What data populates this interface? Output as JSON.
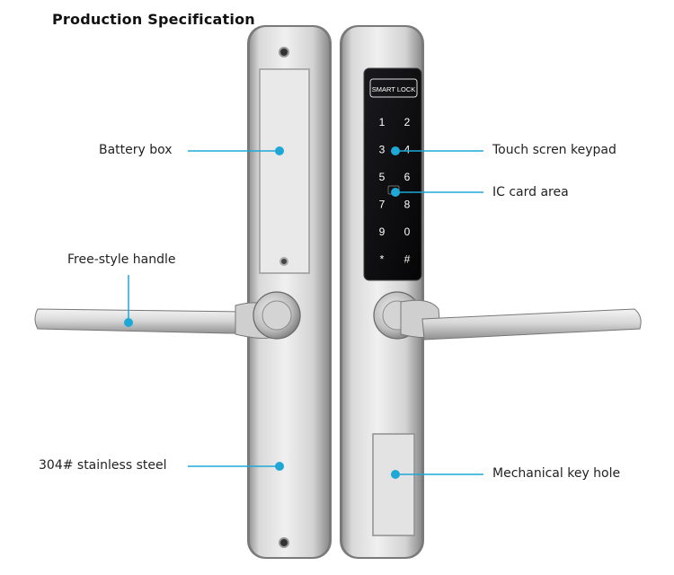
{
  "title": "Production Specification",
  "labels": {
    "battery_box": "Battery box",
    "free_style_handle": "Free-style handle",
    "stainless_steel": "304# stainless steel",
    "touch_keypad": "Touch scren keypad",
    "ic_card_area": "IC card area",
    "mechanical_key_hole": "Mechanical key hole"
  },
  "keypad": {
    "brand": "SMART LOCK",
    "keys": [
      "1",
      "2",
      "3",
      "4",
      "5",
      "6",
      "7",
      "8",
      "9",
      "0",
      "*",
      "#"
    ]
  },
  "colors": {
    "callout": "#1fa8d6",
    "steel_light": "#e6e6e6",
    "steel_dark": "#8a8a8a",
    "keypad_glass": "#0b0b0d"
  }
}
